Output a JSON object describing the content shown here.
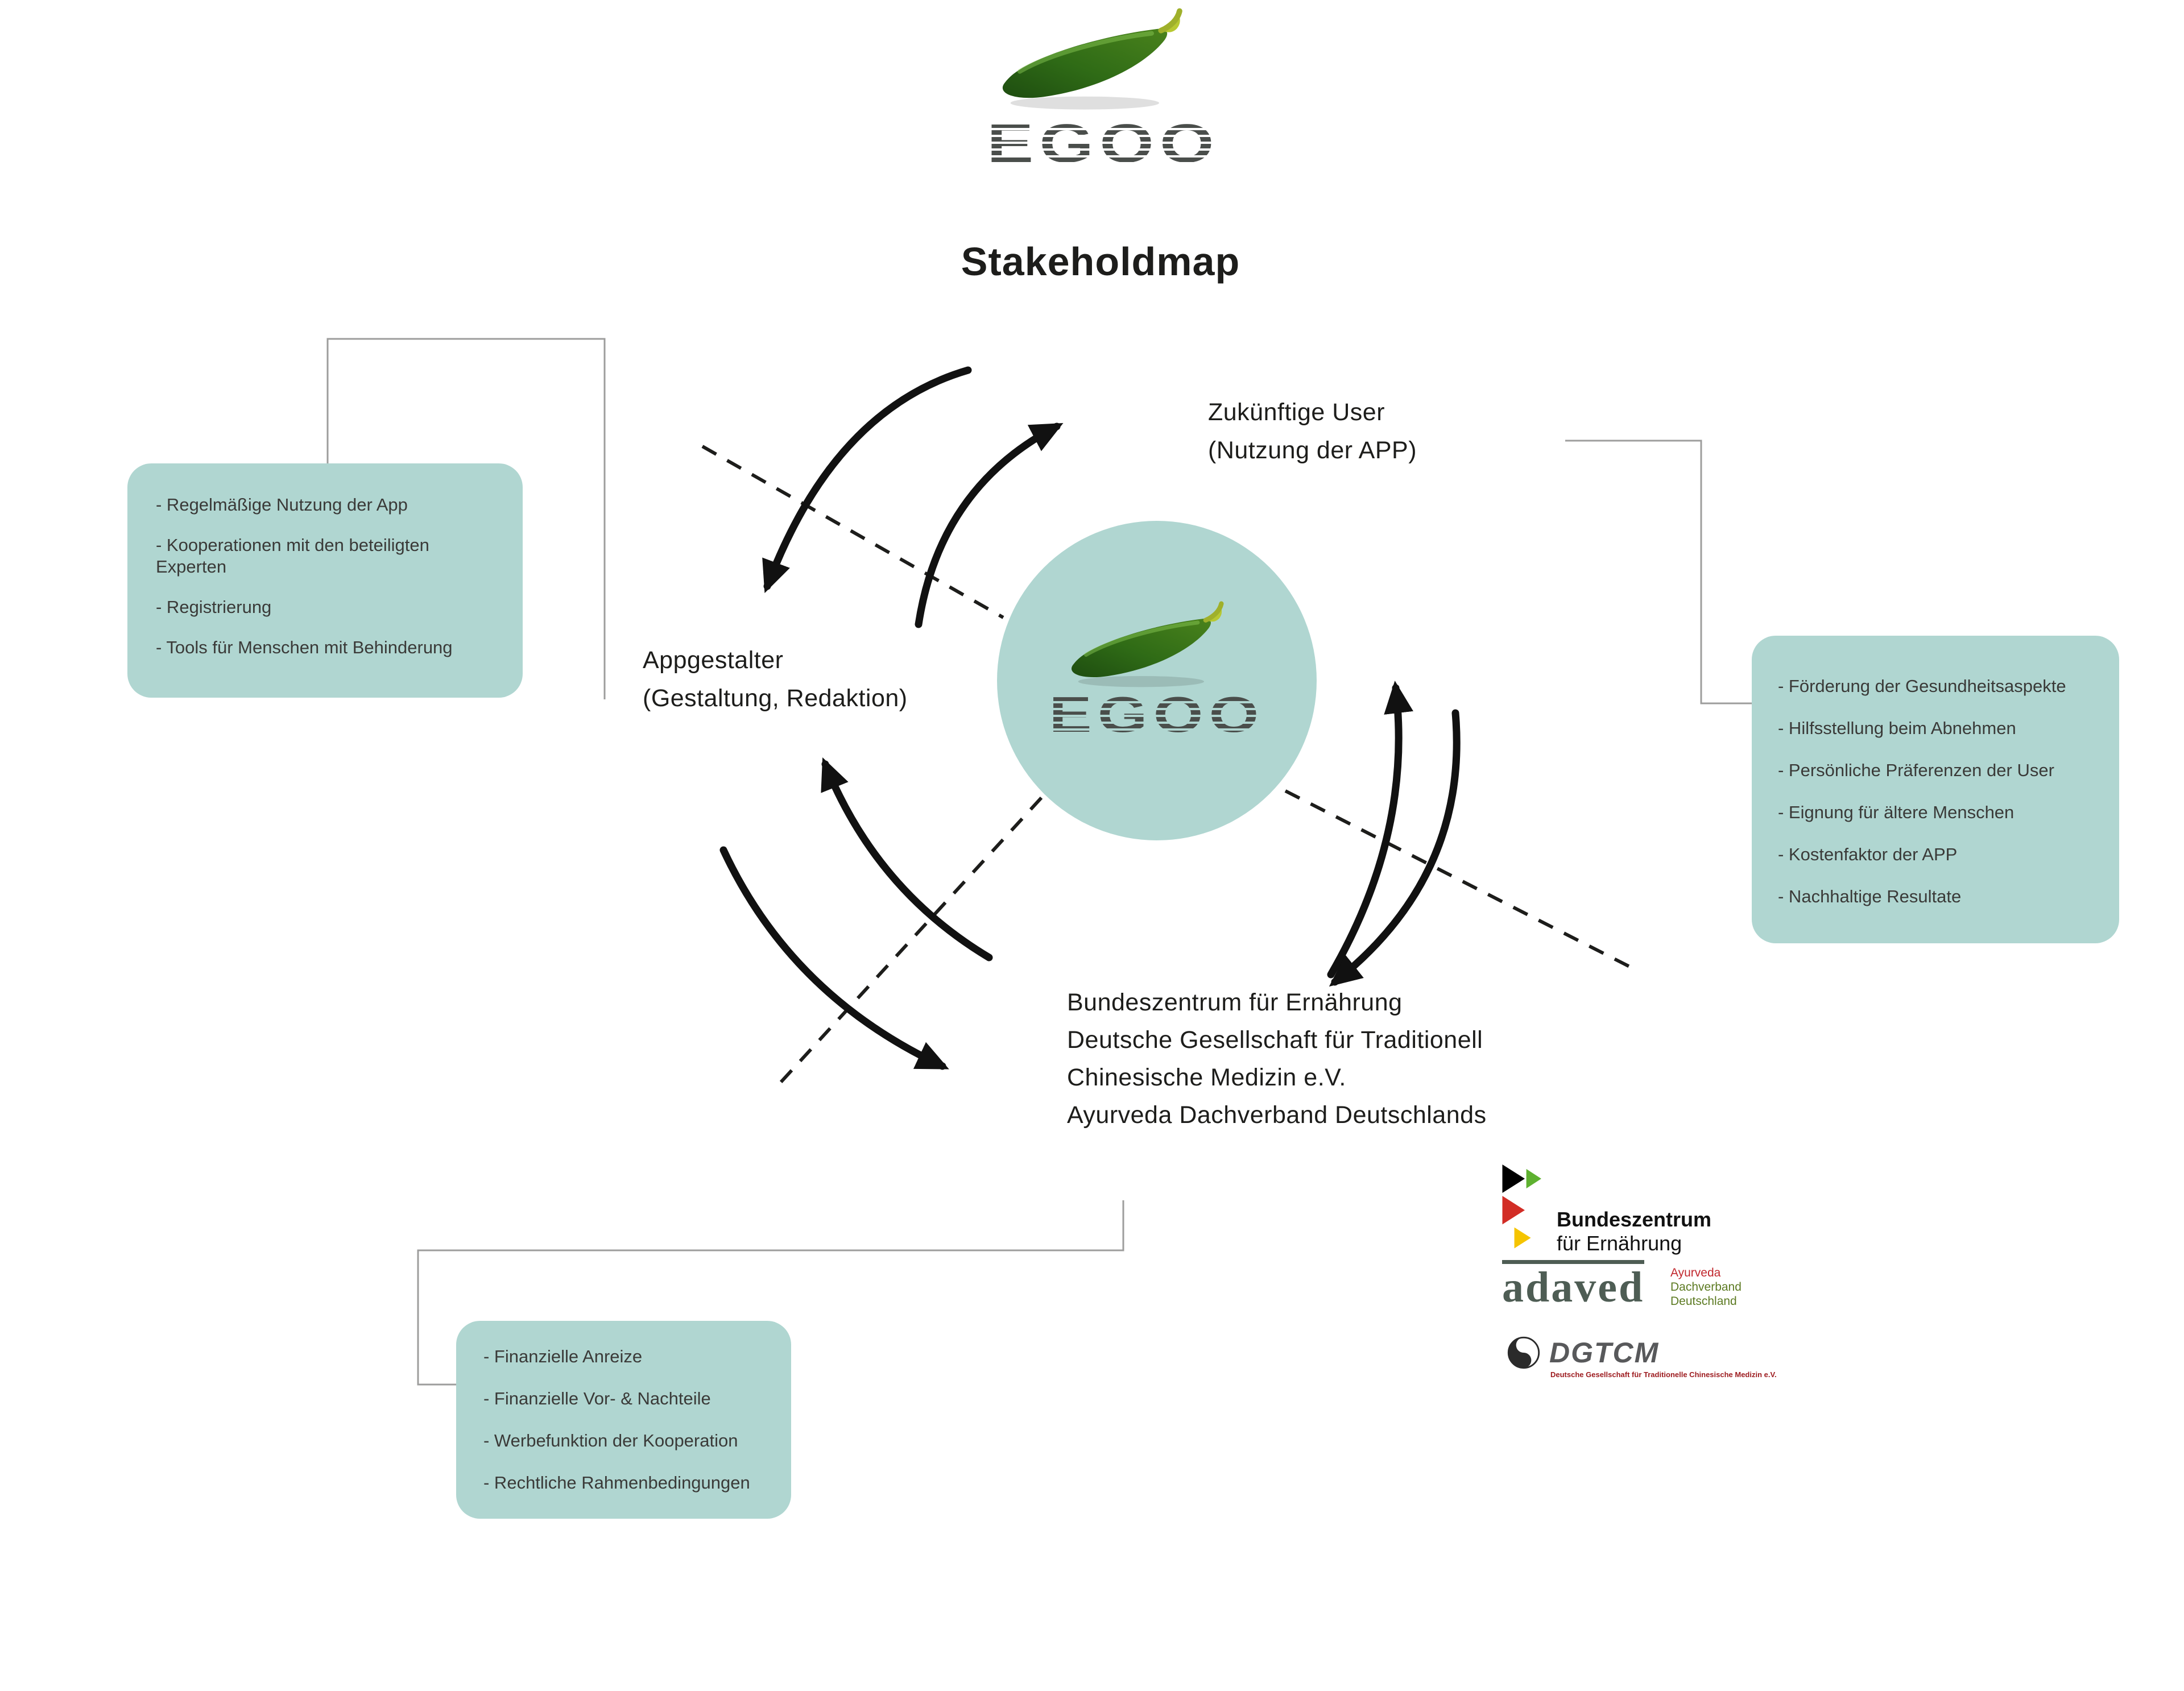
{
  "page": {
    "title": "Stakeholdmap",
    "brand": "EGOO"
  },
  "stakeholders": {
    "users": {
      "line1": "Zukünftige User",
      "line2": "(Nutzung der APP)"
    },
    "designers": {
      "line1": "Appgestalter",
      "line2": "(Gestaltung, Redaktion)"
    },
    "institutions": {
      "lines": [
        "Bundeszentrum für Ernährung",
        "Deutsche Gesellschaft für Traditionell",
        "Chinesische Medizin e.V.",
        "Ayurveda Dachverband Deutschlands"
      ]
    }
  },
  "boxes": {
    "left": {
      "items": [
        "- Regelmäßige Nutzung der App",
        "- Kooperationen mit den beteiligten Experten",
        "- Registrierung",
        "- Tools für Menschen mit Behinderung"
      ]
    },
    "right": {
      "items": [
        "- Förderung der Gesundheitsaspekte",
        "- Hilfsstellung beim Abnehmen",
        "- Persönliche Präferenzen der User",
        "- Eignung für ältere Menschen",
        "- Kostenfaktor der APP",
        "- Nachhaltige Resultate"
      ]
    },
    "bottom": {
      "items": [
        "- Finanzielle Anreize",
        "- Finanzielle Vor- & Nachteile",
        "- Werbefunktion der Kooperation",
        "- Rechtliche Rahmenbedingungen"
      ]
    }
  },
  "logos": {
    "bzfe": {
      "line1": "Bundeszentrum",
      "line2": "für Ernährung"
    },
    "adaved": {
      "name": "adaved",
      "sub1": "Ayurveda",
      "sub2": "Dachverband",
      "sub3": "Deutschland"
    },
    "dgtcm": {
      "name": "DGTCM",
      "tagline": "Deutsche Gesellschaft für Traditionelle Chinesische Medizin e.V."
    }
  },
  "colors": {
    "teal": "#b0d6d1",
    "text": "#1d1d1b",
    "box_text": "#3a3a38",
    "arrow": "#111111",
    "connector": "#9d9d9c",
    "logo_gray": "#4a4e4b",
    "adaved_green": "#4e5d54",
    "logo_red": "#c1272d",
    "flag_black": "#000000",
    "flag_red": "#d22d26",
    "flag_yellow": "#f5c400",
    "flag_green": "#5eb130"
  }
}
